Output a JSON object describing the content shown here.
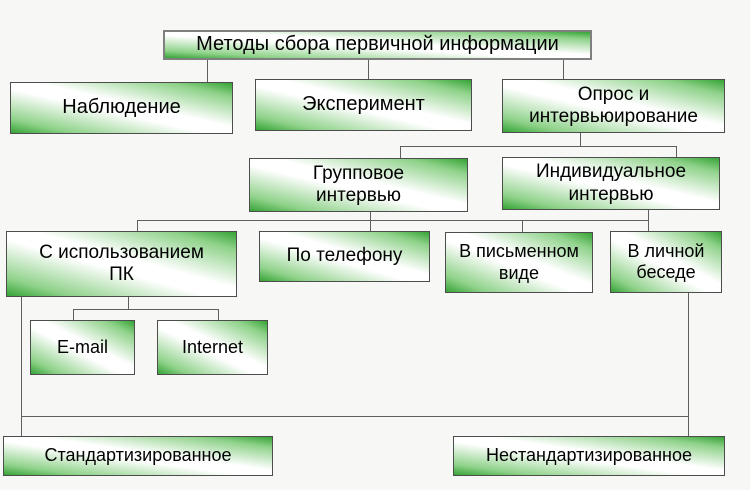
{
  "diagram": {
    "type": "flowchart",
    "title": "Методы сбора первичной информации",
    "accent_color": "#36a336",
    "node_border_color": "#4d4d4d",
    "root_border_color": "#7f7f7f",
    "connector_color": "#5f5f5f",
    "background_color": "#f7f7f6"
  },
  "nodes": {
    "root": {
      "label": "Методы сбора первичной информации"
    },
    "observation": {
      "label": "Наблюдение"
    },
    "experiment": {
      "label": "Эксперимент"
    },
    "survey_interviewing": {
      "label": "Опрос и\nинтервьюирование"
    },
    "group_interview": {
      "label": "Групповое\nинтервью"
    },
    "individual_interview": {
      "label": "Индивидуальное\nинтервью"
    },
    "pc_based": {
      "label": "С использованием\nПК"
    },
    "by_phone": {
      "label": "По телефону"
    },
    "written_form": {
      "label": "В письменном\nвиде"
    },
    "personal_conversation": {
      "label": "В личной\nбеседе"
    },
    "email": {
      "label": "E-mail"
    },
    "internet": {
      "label": "Internet"
    },
    "standardized": {
      "label": "Стандартизированное"
    },
    "non_standardized": {
      "label": "Нестандартизированное"
    }
  },
  "edges": [
    {
      "from": "root",
      "to": [
        "observation",
        "experiment",
        "survey_interviewing"
      ]
    },
    {
      "from": "survey_interviewing",
      "to": [
        "group_interview",
        "individual_interview"
      ]
    },
    {
      "from": "group_interview + individual_interview",
      "to": [
        "pc_based",
        "by_phone",
        "written_form",
        "personal_conversation"
      ]
    },
    {
      "from": "pc_based",
      "to": [
        "email",
        "internet"
      ]
    },
    {
      "from": "pc_based",
      "to": [
        "standardized"
      ]
    },
    {
      "from": "personal_conversation",
      "to": [
        "non_standardized"
      ]
    }
  ]
}
